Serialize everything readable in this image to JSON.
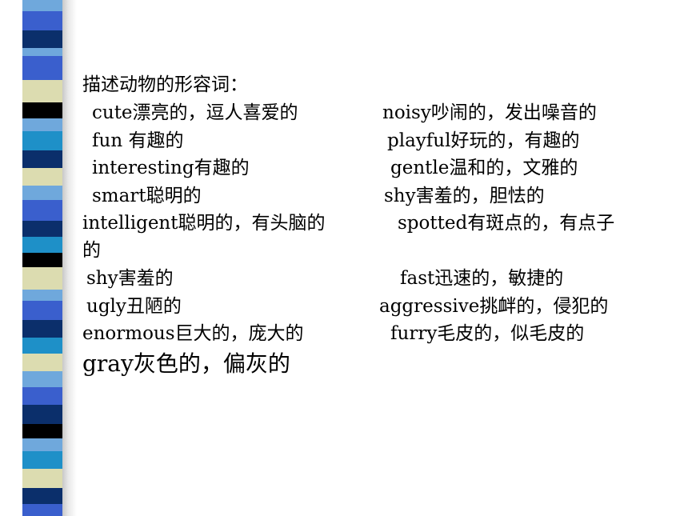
{
  "slide": {
    "heading": "描述动物的形容词：",
    "rows": [
      {
        "left": "cute漂亮的，逗人喜爱的",
        "right": "noisy吵闹的，发出噪音的"
      },
      {
        "left": "fun  有趣的",
        "right": "playful好玩的，有趣的"
      },
      {
        "left": "interesting有趣的",
        "right": "gentle温和的，文雅的"
      },
      {
        "left": "smart聪明的",
        "right": "shy害羞的，胆怯的"
      },
      {
        "left": "intelligent聪明的，有头脑的",
        "right": "spotted有斑点的，有点子"
      },
      {
        "left": "的",
        "right": ""
      },
      {
        "left": "shy害羞的",
        "right": "fast迅速的，敏捷的"
      },
      {
        "left": "ugly丑陋的",
        "right": "aggressive挑衅的，侵犯的"
      },
      {
        "left": "enormous巨大的，庞大的",
        "right": "furry毛皮的，似毛皮的"
      }
    ],
    "last_line": "gray灰色的，偏灰的"
  },
  "decor": {
    "stripe_colors": [
      "#3a5fcd",
      "#6fa8dc",
      "#0b2f6b",
      "#dcdcb0",
      "#1e90c8",
      "#000000"
    ]
  }
}
